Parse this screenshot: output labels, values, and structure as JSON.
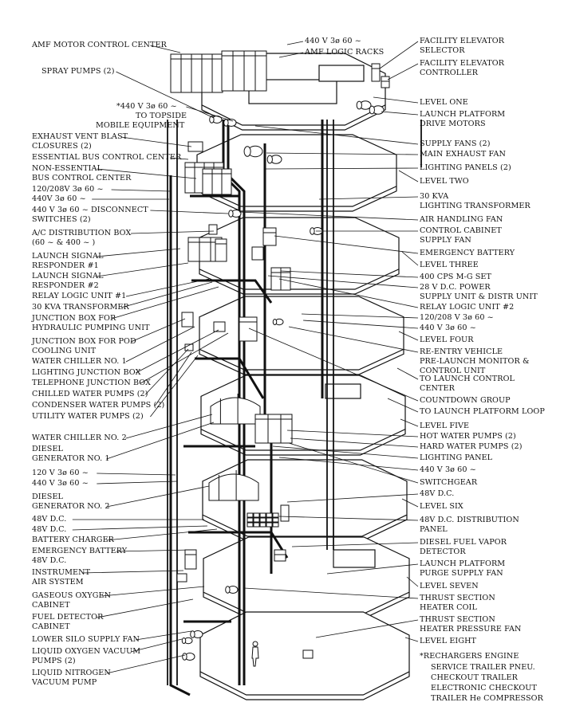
{
  "diagram": {
    "labels_left": [
      {
        "id": "amf-motor-control-center",
        "text": "AMF MOTOR CONTROL CENTER"
      },
      {
        "id": "spray-pumps",
        "text": "SPRAY PUMPS (2)"
      },
      {
        "id": "topside-line1",
        "text": "*440 V 3ø 60 ~"
      },
      {
        "id": "topside-line2",
        "text": "TO TOPSIDE"
      },
      {
        "id": "topside-line3",
        "text": "MOBILE EQUIPMENT"
      },
      {
        "id": "exhaust-vent-line1",
        "text": "EXHAUST VENT BLAST"
      },
      {
        "id": "exhaust-vent-line2",
        "text": "CLOSURES (2)"
      },
      {
        "id": "essential-bus",
        "text": "ESSENTIAL BUS CONTROL CENTER"
      },
      {
        "id": "non-essential-line1",
        "text": "NON-ESSENTIAL"
      },
      {
        "id": "non-essential-line2",
        "text": "BUS CONTROL CENTER"
      },
      {
        "id": "v120-208-left",
        "text": "120/208V 3ø 60 ~"
      },
      {
        "id": "v440-left",
        "text": "440V 3ø 60 ~"
      },
      {
        "id": "disconnect-line1",
        "text": "440 V 3ø 60 ~ DISCONNECT"
      },
      {
        "id": "disconnect-line2",
        "text": "SWITCHES (2)"
      },
      {
        "id": "ac-dist-line1",
        "text": "A/C DISTRIBUTION BOX"
      },
      {
        "id": "ac-dist-line2",
        "text": "(60 ~ & 400 ~ )"
      },
      {
        "id": "launch-signal-1a",
        "text": "LAUNCH SIGNAL"
      },
      {
        "id": "launch-signal-1b",
        "text": "RESPONDER #1"
      },
      {
        "id": "launch-signal-2a",
        "text": "LAUNCH SIGNAL"
      },
      {
        "id": "launch-signal-2b",
        "text": "RESPONDER #2"
      },
      {
        "id": "relay-logic-1",
        "text": "RELAY LOGIC UNIT #1"
      },
      {
        "id": "kva30-transformer",
        "text": "30 KVA TRANSFORMER"
      },
      {
        "id": "jb-hydraulic-1",
        "text": "JUNCTION BOX FOR"
      },
      {
        "id": "jb-hydraulic-2",
        "text": "HYDRAULIC PUMPING UNIT"
      },
      {
        "id": "jb-pod-1",
        "text": "JUNCTION BOX FOR POD"
      },
      {
        "id": "jb-pod-2",
        "text": "COOLING UNIT"
      },
      {
        "id": "water-chiller-1",
        "text": "WATER CHILLER NO. 1"
      },
      {
        "id": "lighting-jb",
        "text": "LIGHTING JUNCTION BOX"
      },
      {
        "id": "telephone-jb",
        "text": "TELEPHONE JUNCTION BOX"
      },
      {
        "id": "chilled-water",
        "text": "CHILLED WATER PUMPS (2)"
      },
      {
        "id": "condenser-water",
        "text": "CONDENSER WATER PUMPS (2)"
      },
      {
        "id": "utility-water",
        "text": "UTILITY WATER PUMPS  (2)"
      },
      {
        "id": "water-chiller-2",
        "text": "WATER CHILLER NO. 2"
      },
      {
        "id": "diesel-1a",
        "text": "DIESEL"
      },
      {
        "id": "diesel-1b",
        "text": "GENERATOR NO. 1"
      },
      {
        "id": "v120-left",
        "text": "120 V 3ø 60 ~"
      },
      {
        "id": "v440-left-2",
        "text": "440 V 3ø 60 ~"
      },
      {
        "id": "diesel-2a",
        "text": "DIESEL"
      },
      {
        "id": "diesel-2b",
        "text": "GENERATOR NO. 2"
      },
      {
        "id": "dc48-a",
        "text": "48V D.C."
      },
      {
        "id": "dc48-b",
        "text": "48V D.C."
      },
      {
        "id": "battery-charger",
        "text": "BATTERY CHARGER"
      },
      {
        "id": "emergency-battery-left",
        "text": "EMERGENCY BATTERY"
      },
      {
        "id": "dc48-c",
        "text": "48V D.C."
      },
      {
        "id": "instrument-air-1",
        "text": "INSTRUMENT"
      },
      {
        "id": "instrument-air-2",
        "text": "AIR SYSTEM"
      },
      {
        "id": "gox-1",
        "text": "GASEOUS OXYGEN"
      },
      {
        "id": "gox-2",
        "text": "CABINET"
      },
      {
        "id": "fuel-detector-1",
        "text": "FUEL DETECTOR"
      },
      {
        "id": "fuel-detector-2",
        "text": "CABINET"
      },
      {
        "id": "lower-silo-fan",
        "text": "LOWER SILO SUPPLY FAN"
      },
      {
        "id": "lox-vac-1",
        "text": "LIQUID OXYGEN VACUUM"
      },
      {
        "id": "lox-vac-2",
        "text": "PUMPS (2)"
      },
      {
        "id": "ln2-vac-1",
        "text": "LIQUID NITROGEN"
      },
      {
        "id": "ln2-vac-2",
        "text": "VACUUM PUMP"
      }
    ],
    "labels_right": [
      {
        "id": "v440-top",
        "text": "440 V 3ø 60 ~"
      },
      {
        "id": "amf-logic-racks",
        "text": "AMF LOGIC RACKS"
      },
      {
        "id": "elev-selector-1",
        "text": "FACILITY ELEVATOR"
      },
      {
        "id": "elev-selector-2",
        "text": "SELECTOR"
      },
      {
        "id": "elev-controller-1",
        "text": "FACILITY ELEVATOR"
      },
      {
        "id": "elev-controller-2",
        "text": "CONTROLLER"
      },
      {
        "id": "level-one",
        "text": "LEVEL ONE"
      },
      {
        "id": "lp-drive-1",
        "text": "LAUNCH PLATFORM"
      },
      {
        "id": "lp-drive-2",
        "text": "DRIVE MOTORS"
      },
      {
        "id": "supply-fans",
        "text": "SUPPLY FANS (2)"
      },
      {
        "id": "main-exhaust",
        "text": "MAIN EXHAUST FAN"
      },
      {
        "id": "lighting-panels",
        "text": "LIGHTING PANELS (2)"
      },
      {
        "id": "level-two",
        "text": "LEVEL TWO"
      },
      {
        "id": "kva30-1",
        "text": "30 KVA"
      },
      {
        "id": "kva30-2",
        "text": "LIGHTING TRANSFORMER"
      },
      {
        "id": "air-handling",
        "text": "AIR HANDLING FAN"
      },
      {
        "id": "cc-supply-1",
        "text": "CONTROL CABINET"
      },
      {
        "id": "cc-supply-2",
        "text": "SUPPLY FAN"
      },
      {
        "id": "emergency-battery-right",
        "text": "EMERGENCY BATTERY"
      },
      {
        "id": "level-three",
        "text": "LEVEL THREE"
      },
      {
        "id": "mg-set",
        "text": "400 CPS M-G SET"
      },
      {
        "id": "dc28-1",
        "text": "28 V D.C. POWER"
      },
      {
        "id": "dc28-2",
        "text": "SUPPLY UNIT & DISTR UNIT"
      },
      {
        "id": "relay-logic-2",
        "text": "RELAY LOGIC UNIT #2"
      },
      {
        "id": "v120-208-right",
        "text": "120/208 V 3ø 60 ~"
      },
      {
        "id": "v440-right",
        "text": "440 V 3ø 60 ~"
      },
      {
        "id": "level-four",
        "text": "LEVEL FOUR"
      },
      {
        "id": "reentry-1",
        "text": "RE-ENTRY VEHICLE"
      },
      {
        "id": "reentry-2",
        "text": "PRE-LAUNCH MONITOR &"
      },
      {
        "id": "reentry-3",
        "text": "CONTROL UNIT"
      },
      {
        "id": "lcc-1",
        "text": "TO LAUNCH CONTROL"
      },
      {
        "id": "lcc-2",
        "text": "CENTER"
      },
      {
        "id": "countdown",
        "text": "COUNTDOWN GROUP"
      },
      {
        "id": "lp-loop",
        "text": "TO LAUNCH PLATFORM LOOP"
      },
      {
        "id": "level-five",
        "text": "LEVEL FIVE"
      },
      {
        "id": "hot-water",
        "text": "HOT WATER PUMPS (2)"
      },
      {
        "id": "hard-water",
        "text": "HARD WATER PUMPS (2)"
      },
      {
        "id": "lighting-panel",
        "text": "LIGHTING PANEL"
      },
      {
        "id": "v440-right-2",
        "text": "440 V 3ø 60 ~"
      },
      {
        "id": "switchgear",
        "text": "SWITCHGEAR"
      },
      {
        "id": "dc48-right",
        "text": "48V D.C."
      },
      {
        "id": "level-six",
        "text": "LEVEL SIX"
      },
      {
        "id": "dc48-dist-1",
        "text": "48V D.C. DISTRIBUTION"
      },
      {
        "id": "dc48-dist-2",
        "text": "PANEL"
      },
      {
        "id": "fuel-vapor-1",
        "text": "DIESEL FUEL VAPOR"
      },
      {
        "id": "fuel-vapor-2",
        "text": "DETECTOR"
      },
      {
        "id": "lp-purge-1",
        "text": "LAUNCH PLATFORM"
      },
      {
        "id": "lp-purge-2",
        "text": "PURGE SUPPLY FAN"
      },
      {
        "id": "level-seven",
        "text": "LEVEL SEVEN"
      },
      {
        "id": "ts-coil-1",
        "text": "THRUST SECTION"
      },
      {
        "id": "ts-coil-2",
        "text": "HEATER COIL"
      },
      {
        "id": "ts-fan-1",
        "text": "THRUST SECTION"
      },
      {
        "id": "ts-fan-2",
        "text": "HEATER PRESSURE FAN"
      },
      {
        "id": "level-eight",
        "text": "LEVEL EIGHT"
      }
    ],
    "footnote": [
      {
        "id": "fn-1",
        "text": "*RECHARGERS ENGINE"
      },
      {
        "id": "fn-2",
        "text": "SERVICE TRAILER PNEU."
      },
      {
        "id": "fn-3",
        "text": "CHECKOUT TRAILER"
      },
      {
        "id": "fn-4",
        "text": "ELECTRONIC CHECKOUT"
      },
      {
        "id": "fn-5",
        "text": "TRAILER He COMPRESSOR"
      }
    ]
  }
}
